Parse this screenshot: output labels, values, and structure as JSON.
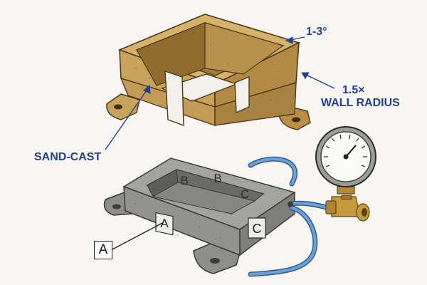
{
  "callouts": {
    "draft_angle": "1-3°",
    "radius_line1": "1.5×",
    "radius_line2": "WALL RADIUS",
    "sand_cast": "SAND-CAST"
  },
  "markers": {
    "outside_a": "A",
    "face_a": "A",
    "face_c": "C",
    "cavity_b1": "B",
    "cavity_b2": "B",
    "cavity_c": "C"
  },
  "colors": {
    "callout_text": "#24408e",
    "sand_casting": "#c9a35c",
    "sand_casting_shadow": "#9b7a3a",
    "base_concrete": "#8f8f8c",
    "hose": "#5b8fc9",
    "brass": "#c79a3e"
  },
  "icons": [
    "pressure-gauge-icon",
    "valve-fitting-icon",
    "hose-icon"
  ]
}
